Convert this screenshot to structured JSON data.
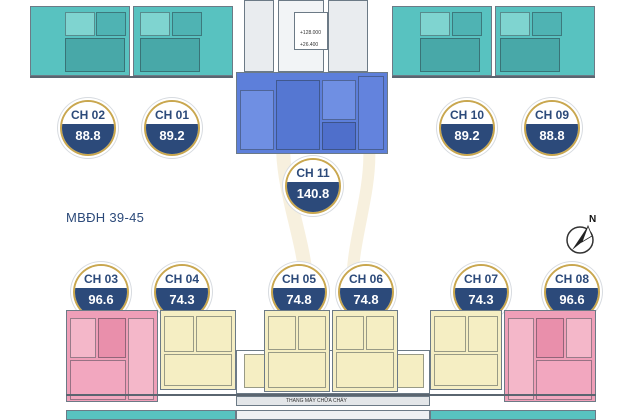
{
  "floor_title": "MBĐH 39-45",
  "upper_units": [
    {
      "code": "CH 02",
      "area": "88.8"
    },
    {
      "code": "CH 01",
      "area": "89.2"
    },
    {
      "code": "CH 10",
      "area": "89.2"
    },
    {
      "code": "CH 09",
      "area": "88.8"
    },
    {
      "code": "CH 11",
      "area": "140.8"
    }
  ],
  "lower_units": [
    {
      "code": "CH 03",
      "area": "96.6"
    },
    {
      "code": "CH 04",
      "area": "74.3"
    },
    {
      "code": "CH 05",
      "area": "74.8"
    },
    {
      "code": "CH 06",
      "area": "74.8"
    },
    {
      "code": "CH 07",
      "area": "74.3"
    },
    {
      "code": "CH 08",
      "area": "96.6"
    }
  ],
  "core_labels": {
    "elev_top": "+128.000",
    "elev_bottom": "+26.400",
    "fire_elevator": "THANG MÁY CHỮA CHÁY"
  },
  "compass": {
    "north_label": "N"
  },
  "colors": {
    "teal": "#58c2c0",
    "blue": "#5d7fda",
    "pink": "#ef9fb8",
    "cream": "#f5eec3",
    "navy": "#2c4a7a",
    "gold": "#c9a74f"
  }
}
